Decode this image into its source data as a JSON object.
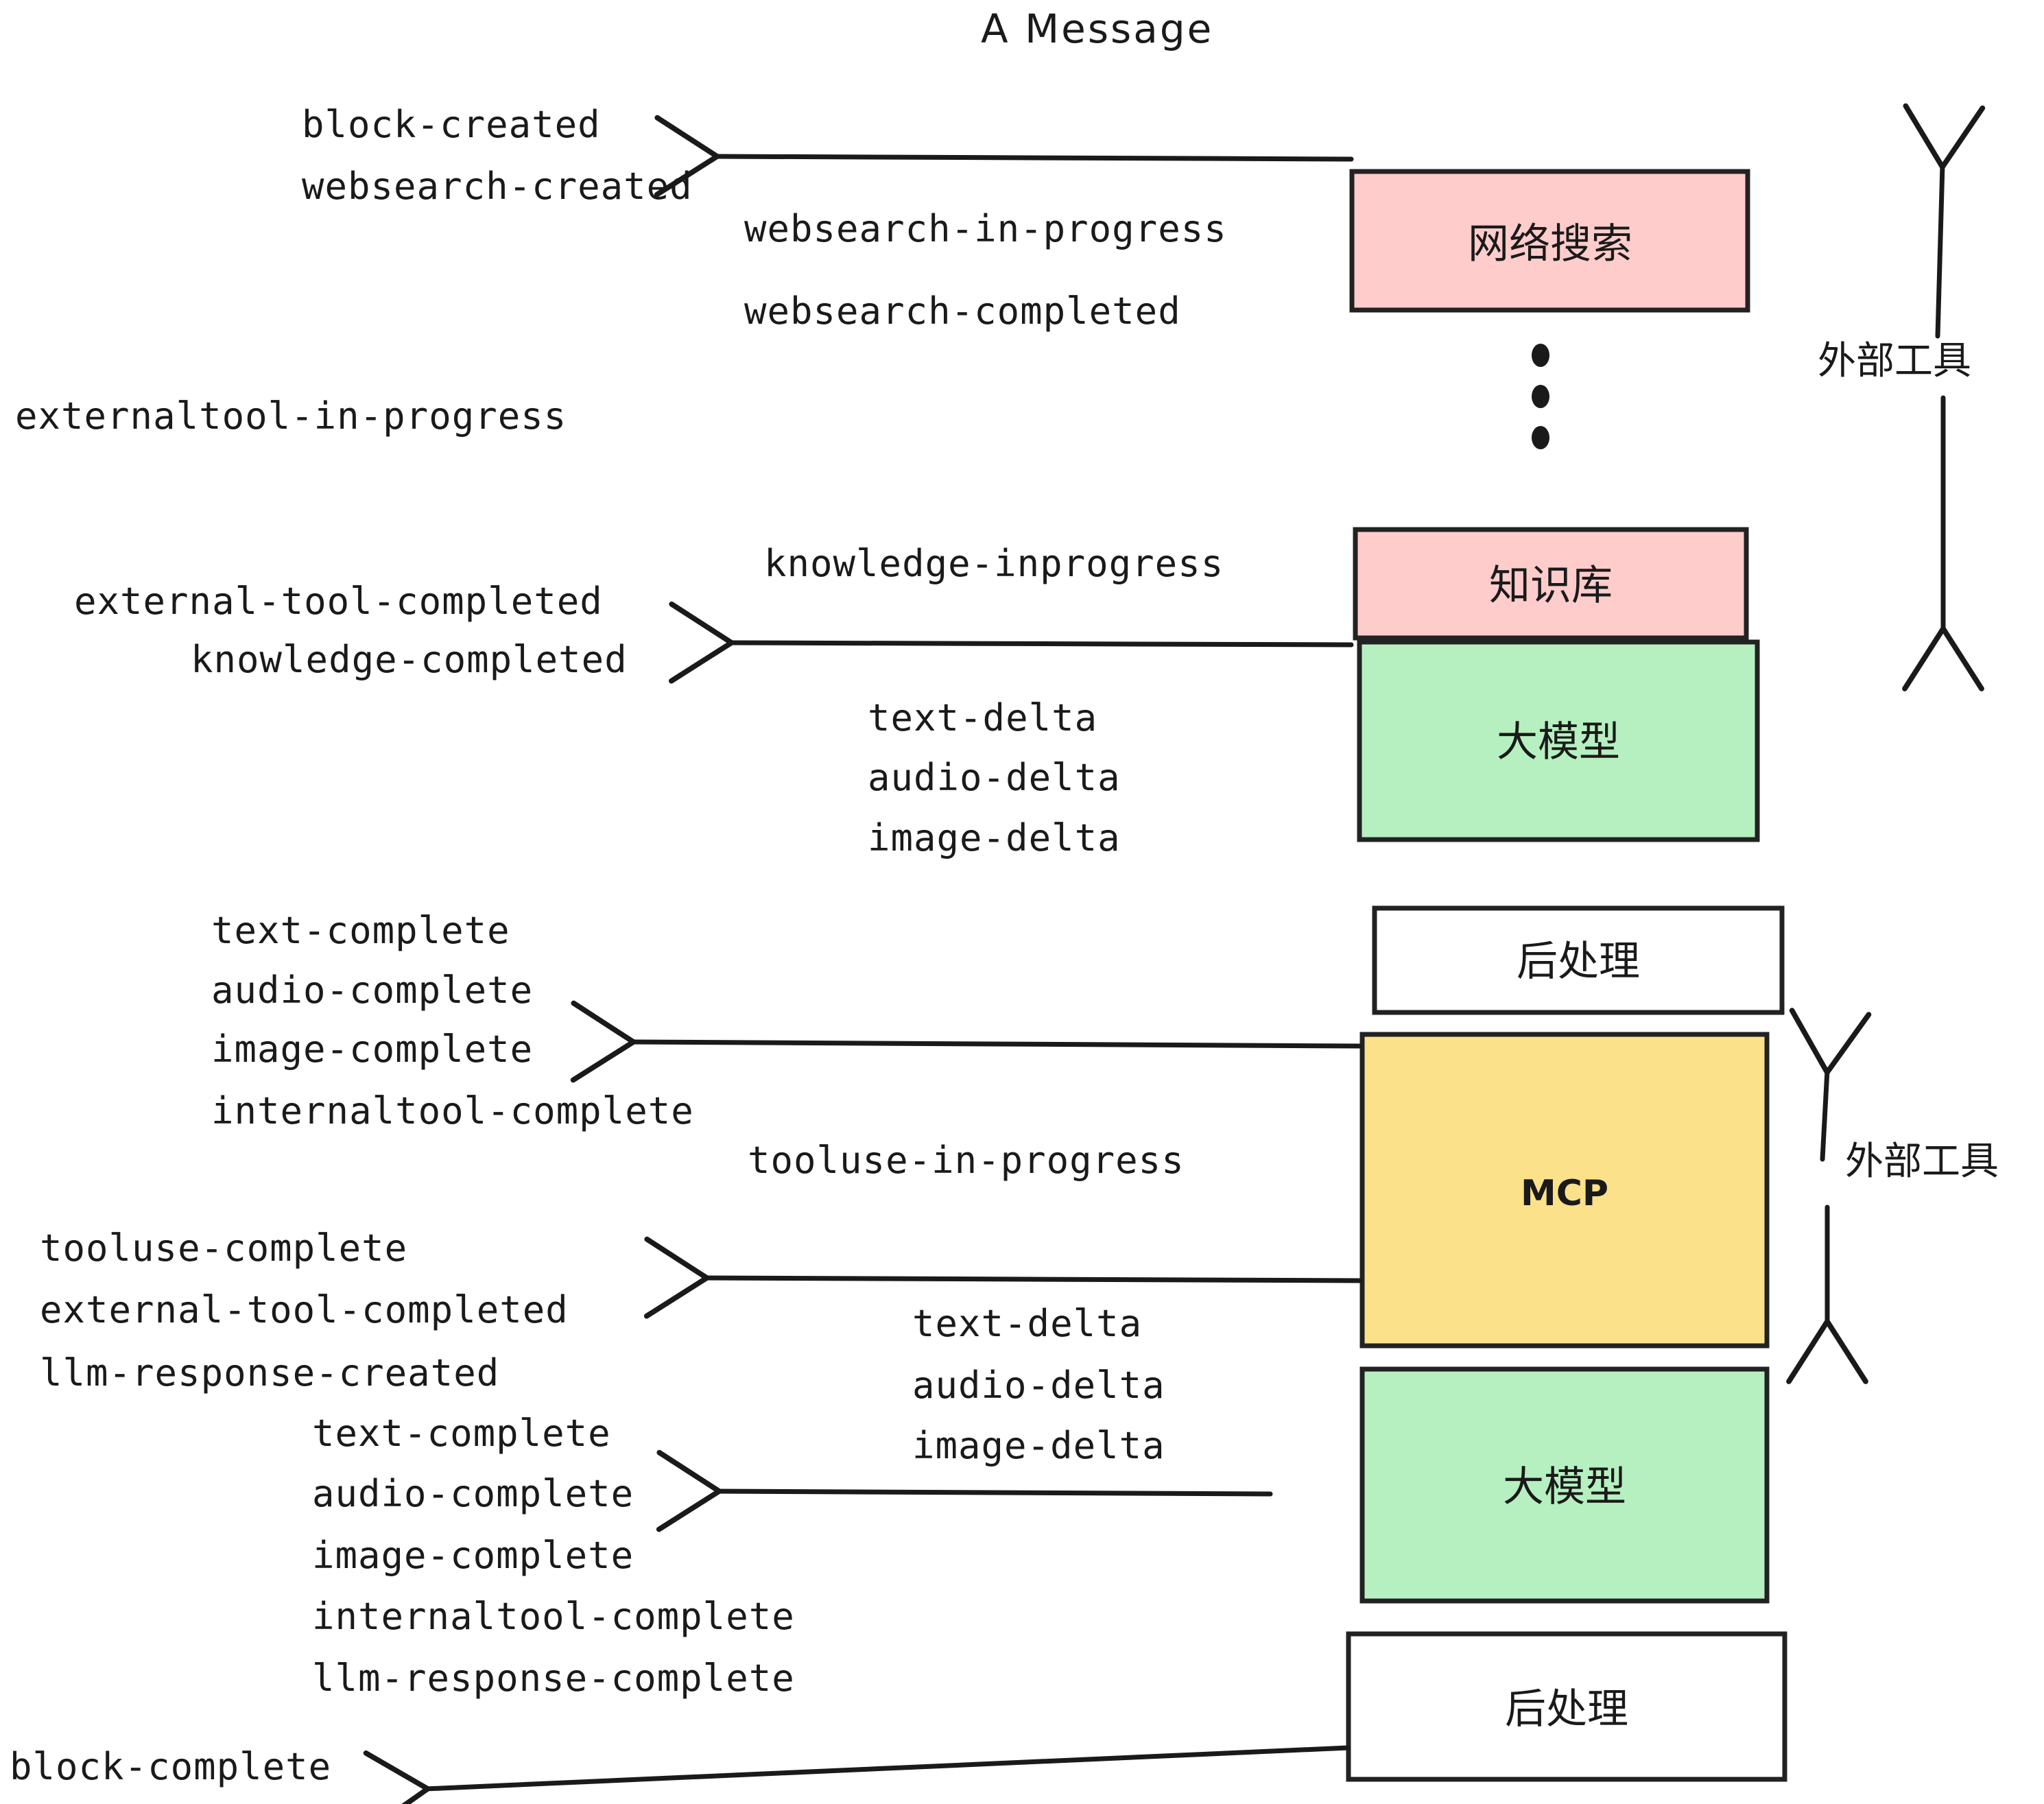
{
  "title": "A Message",
  "colors": {
    "pink": "#FFCCCC",
    "green": "#B6F0C0",
    "yellow": "#FBE18A",
    "white": "#FFFFFF",
    "stroke": "#222222",
    "text": "#1A1A1A"
  },
  "nodes": [
    {
      "id": "websearch",
      "label": "网络搜索",
      "fill": "#FFCCCC",
      "kind": "cn"
    },
    {
      "id": "knowledge",
      "label": "知识库",
      "fill": "#FFCCCC",
      "kind": "cn"
    },
    {
      "id": "llm-1",
      "label": "大模型",
      "fill": "#B6F0C0",
      "kind": "cn"
    },
    {
      "id": "postprocess-1",
      "label": "后处理",
      "fill": "#FFFFFF",
      "kind": "cn"
    },
    {
      "id": "mcp",
      "label": "MCP",
      "fill": "#FBE18A",
      "kind": "en"
    },
    {
      "id": "llm-2",
      "label": "大模型",
      "fill": "#B6F0C0",
      "kind": "cn"
    },
    {
      "id": "postprocess-2",
      "label": "后处理",
      "fill": "#FFFFFF",
      "kind": "cn"
    }
  ],
  "side_labels": [
    {
      "id": "external-tools-top",
      "label": "外部工具"
    },
    {
      "id": "external-tools-bottom",
      "label": "外部工具"
    }
  ],
  "events": [
    {
      "id": "block-created",
      "label": "block-created"
    },
    {
      "id": "websearch-created",
      "label": "websearch-created"
    },
    {
      "id": "websearch-in-progress",
      "label": "websearch-in-progress"
    },
    {
      "id": "websearch-completed",
      "label": "websearch-completed"
    },
    {
      "id": "externaltool-in-progress",
      "label": "externaltool-in-progress"
    },
    {
      "id": "knowledge-inprogress",
      "label": "knowledge-inprogress"
    },
    {
      "id": "external-tool-completed-1",
      "label": "external-tool-completed"
    },
    {
      "id": "knowledge-completed",
      "label": "knowledge-completed"
    },
    {
      "id": "text-delta-1",
      "label": "text-delta"
    },
    {
      "id": "audio-delta-1",
      "label": "audio-delta"
    },
    {
      "id": "image-delta-1",
      "label": "image-delta"
    },
    {
      "id": "text-complete-1",
      "label": "text-complete"
    },
    {
      "id": "audio-complete-1",
      "label": "audio-complete"
    },
    {
      "id": "image-complete-1",
      "label": "image-complete"
    },
    {
      "id": "internaltool-complete-1",
      "label": "internaltool-complete"
    },
    {
      "id": "tooluse-in-progress",
      "label": "tooluse-in-progress"
    },
    {
      "id": "tooluse-complete",
      "label": "tooluse-complete"
    },
    {
      "id": "external-tool-completed-2",
      "label": "external-tool-completed"
    },
    {
      "id": "llm-response-created",
      "label": "llm-response-created"
    },
    {
      "id": "text-delta-2",
      "label": "text-delta"
    },
    {
      "id": "audio-delta-2",
      "label": "audio-delta"
    },
    {
      "id": "image-delta-2",
      "label": "image-delta"
    },
    {
      "id": "text-complete-2",
      "label": "text-complete"
    },
    {
      "id": "audio-complete-2",
      "label": "audio-complete"
    },
    {
      "id": "image-complete-2",
      "label": "image-complete"
    },
    {
      "id": "internaltool-complete-2",
      "label": "internaltool-complete"
    },
    {
      "id": "llm-response-complete",
      "label": "llm-response-complete"
    },
    {
      "id": "block-complete",
      "label": "block-complete"
    }
  ]
}
